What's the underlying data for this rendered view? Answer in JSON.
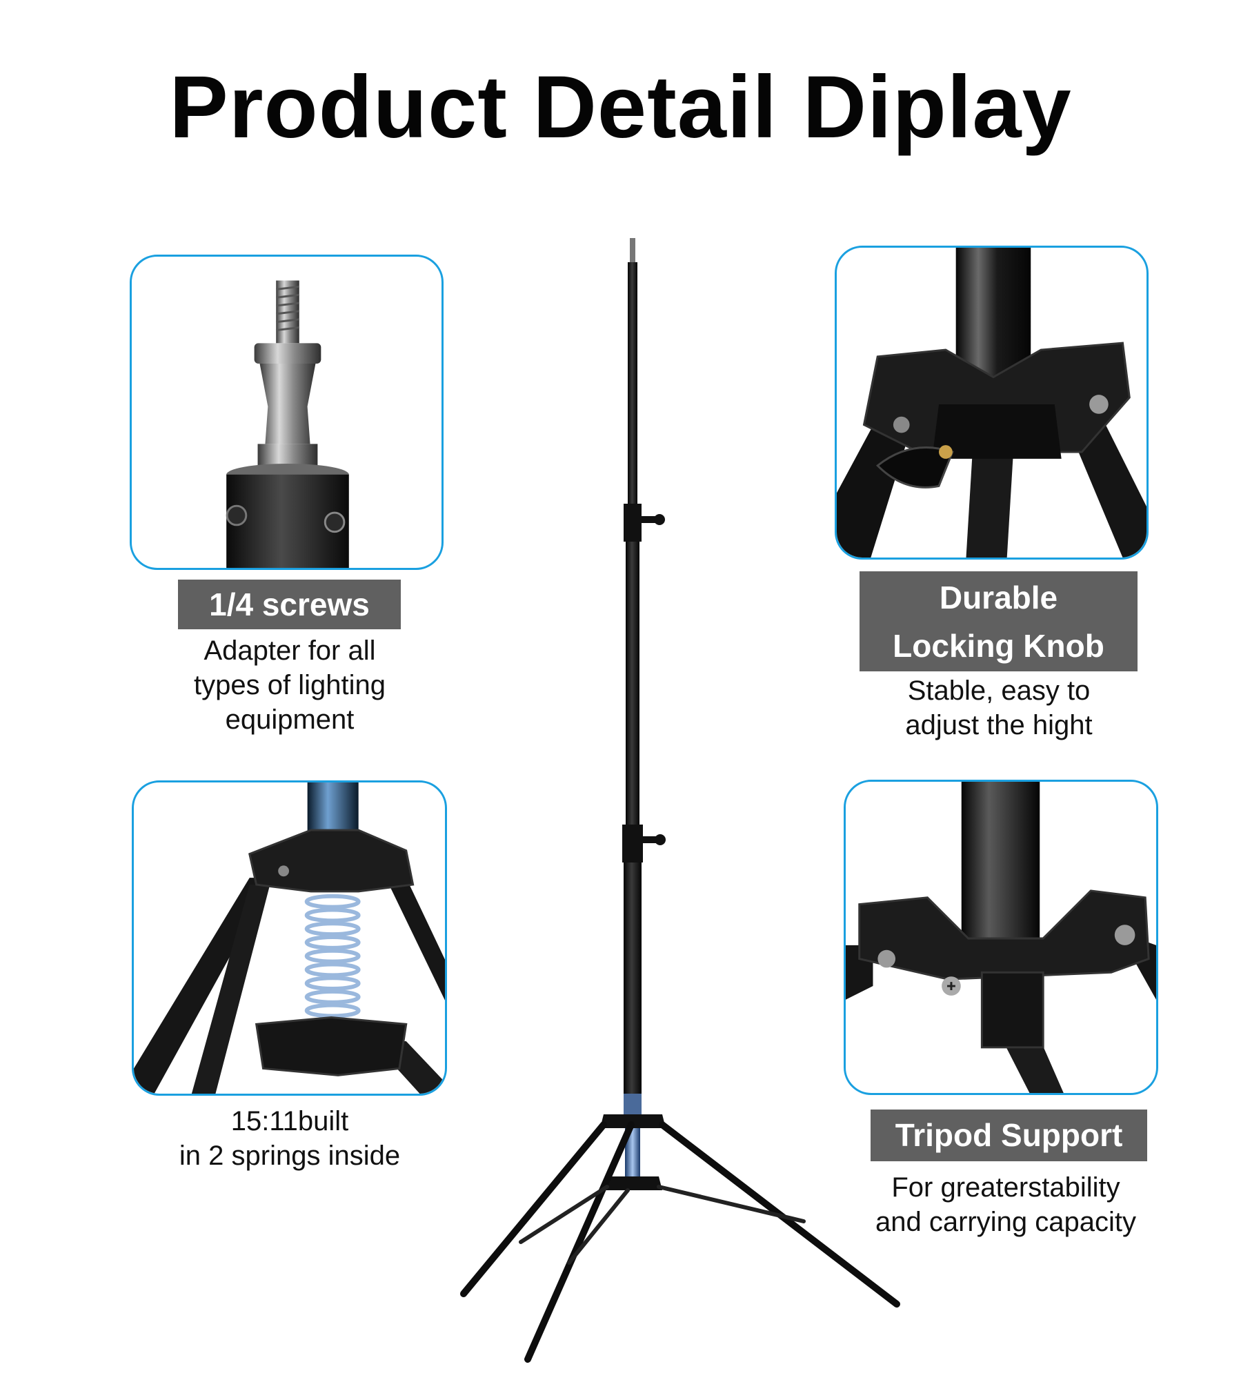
{
  "page": {
    "title": "Product Detail Diplay"
  },
  "features": [
    {
      "label": [
        "1/4 screws"
      ],
      "description": [
        "Adapter for all",
        "types of lighting",
        "equipment"
      ],
      "icon": "screw-adapter-photo"
    },
    {
      "label": [
        "Durable",
        "Locking Knob"
      ],
      "description": [
        "Stable, easy to",
        "adjust the hight"
      ],
      "icon": "locking-knob-photo"
    },
    {
      "label": [],
      "description": [
        "15:11built",
        "in 2 springs inside"
      ],
      "icon": "spring-photo"
    },
    {
      "label": [
        "Tripod Support"
      ],
      "description": [
        "For greaterstability",
        "and carrying capacity"
      ],
      "icon": "tripod-base-photo"
    }
  ],
  "colors": {
    "accent": "#1aa0e0",
    "label_bg": "#606060",
    "text": "#111111"
  }
}
